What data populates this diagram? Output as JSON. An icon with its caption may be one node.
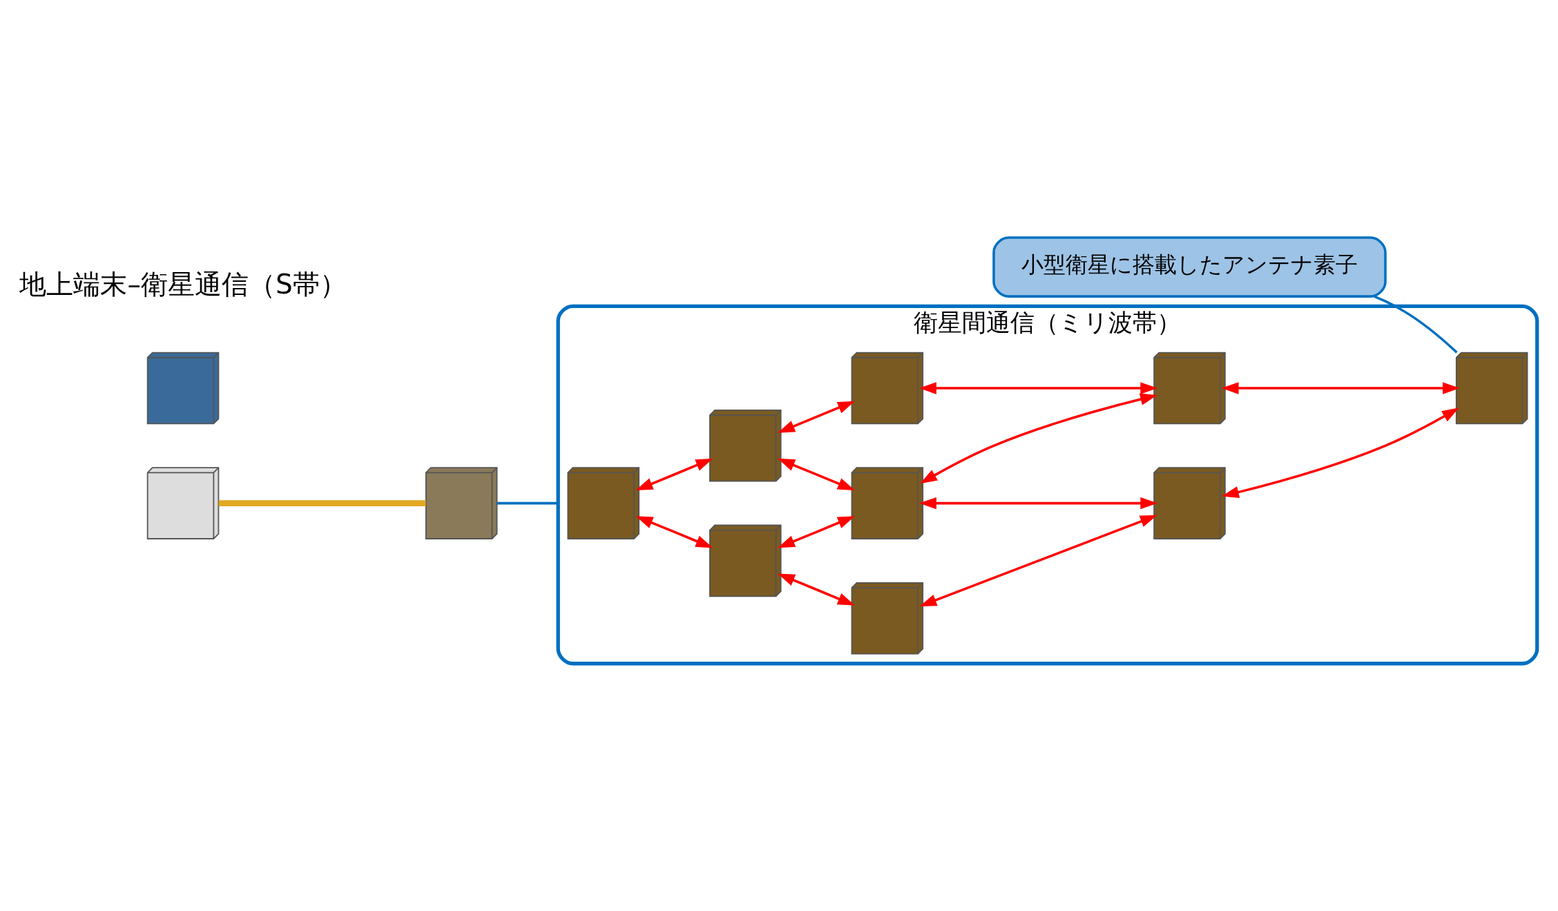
{
  "diagram": {
    "nodes": [
      {
        "text": [],
        "shape": "picture"
      },
      {
        "text": [
          "衛星間通信（ミリ波帯）"
        ]
      },
      {
        "text": [],
        "shape": "picture",
        "in": 1
      },
      {
        "text": [],
        "shape": "picture",
        "in": 1
      },
      {
        "text": [],
        "shape": "picture",
        "in": 1
      },
      {
        "text": [],
        "shape": "picture",
        "in": 1
      },
      {
        "text": [],
        "shape": "picture",
        "in": 1
      },
      {
        "text": [],
        "shape": "picture",
        "in": 1
      },
      {
        "text": [],
        "shape": "picture",
        "in": 1
      },
      {
        "text": [],
        "shape": "picture",
        "in": 1
      },
      {
        "text": [],
        "shape": "picture",
        "in": 1
      },
      {
        "text": [
          "小型衛星に搭載したアンテナ素子"
        ]
      },
      {
        "text": [],
        "shape": "picture"
      },
      {
        "text": [],
        "shape": "picture"
      }
    ],
    "edges": [
      {
        "from": 12,
        "to": 0,
        "arrow": "none",
        "color": "#e0a820",
        "style": "thick"
      },
      {
        "from": 0,
        "to": 1,
        "arrow": "none",
        "color": "#0070c0"
      },
      {
        "from": 2,
        "to": 3,
        "arrow": "both"
      },
      {
        "from": 3,
        "to": 4,
        "arrow": "both"
      },
      {
        "from": 5,
        "to": 6,
        "arrow": "both"
      },
      {
        "from": 6,
        "to": 7,
        "arrow": "both"
      },
      {
        "from": 8,
        "to": 9,
        "arrow": "both"
      },
      {
        "from": 9,
        "to": 10,
        "arrow": "both"
      },
      {
        "from": 2,
        "to": 5,
        "arrow": "both"
      },
      {
        "from": 5,
        "to": 8,
        "arrow": "both"
      },
      {
        "from": 3,
        "to": 6,
        "arrow": "both"
      },
      {
        "from": 6,
        "to": 9,
        "arrow": "both"
      },
      {
        "from": 4,
        "to": 7,
        "arrow": "both"
      },
      {
        "from": 7,
        "to": 10,
        "arrow": "both"
      },
      {
        "from": 11,
        "to": 10,
        "arrow": "none",
        "color": "#0070c0"
      }
    ],
    "labels": [
      "地上端末–衛星通信（S帯）"
    ]
  }
}
